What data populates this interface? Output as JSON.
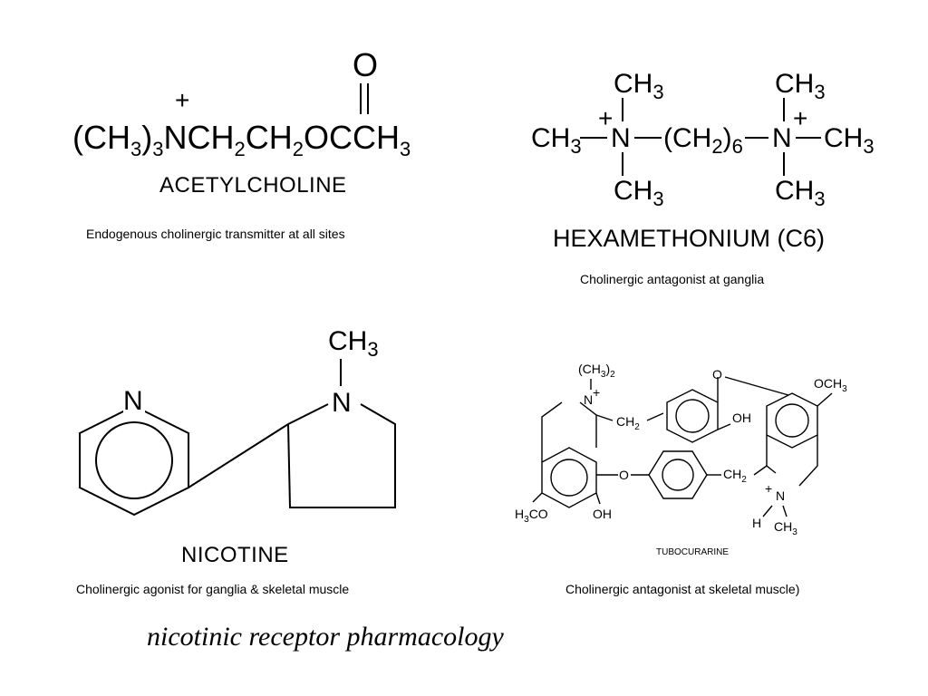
{
  "slide_title": "nicotinic receptor pharmacology",
  "acetylcholine": {
    "formula_parts": [
      "(CH",
      "3",
      ")",
      "3",
      "NCH",
      "2",
      "CH",
      "2",
      "OCCH",
      "3"
    ],
    "charge": "+",
    "carbonyl_o": "O",
    "name": "ACETYLCHOLINE",
    "caption": "Endogenous cholinergic transmitter at all sites"
  },
  "hexamethonium": {
    "methyl": "CH",
    "methyl_sub": "3",
    "nitrogen": "N",
    "charge": "+",
    "chain": "(CH",
    "chain_sub1": "2",
    "chain_close": ")",
    "chain_sub2": "6",
    "name": "HEXAMETHONIUM (C6)",
    "caption": "Cholinergic antagonist at ganglia"
  },
  "nicotine": {
    "pyridine_n": "N",
    "pyrrolidine_n": "N",
    "methyl": "CH",
    "methyl_sub": "3",
    "name": "NICOTINE",
    "caption": "Cholinergic agonist for ganglia & skeletal muscle"
  },
  "tubocurarine": {
    "dimethyl_group": "(CH",
    "dimethyl_sub": "3",
    "dimethyl_close": ")",
    "dimethyl_sub2": "2",
    "n_plus_1": "N",
    "ch2_1": "CH",
    "ch2_1_sub": "2",
    "oh_1": "OH",
    "ether_o_top": "O",
    "och3_top": "OCH",
    "och3_top_sub": "3",
    "ether_o_mid": "O",
    "ch2_2": "CH",
    "ch2_2_sub": "2",
    "n_plus_2": "N",
    "h": "H",
    "ch3_bottom": "CH",
    "ch3_bottom_sub": "3",
    "h3co": "H",
    "h3co_sub": "3",
    "h3co_rest": "CO",
    "oh_2": "OH",
    "charge": "+",
    "name": "TUBOCURARINE",
    "caption": "Cholinergic antagonist at skeletal muscle)"
  }
}
